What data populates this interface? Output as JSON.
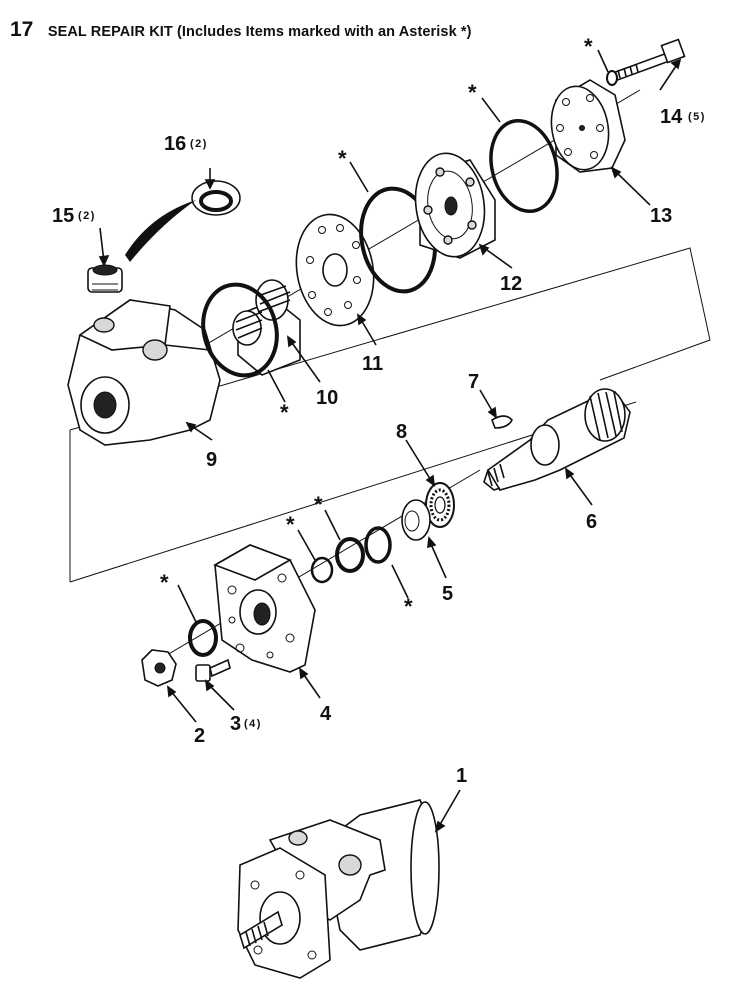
{
  "title": {
    "number": "17",
    "text": "SEAL REPAIR KIT (Includes Items marked with an Asterisk *)"
  },
  "callouts": [
    {
      "id": "14",
      "qty": "(5)"
    },
    {
      "id": "13",
      "qty": ""
    },
    {
      "id": "12",
      "qty": ""
    },
    {
      "id": "16",
      "qty": "(2)"
    },
    {
      "id": "15",
      "qty": "(2)"
    },
    {
      "id": "11",
      "qty": ""
    },
    {
      "id": "10",
      "qty": ""
    },
    {
      "id": "9",
      "qty": ""
    },
    {
      "id": "7",
      "qty": ""
    },
    {
      "id": "8",
      "qty": ""
    },
    {
      "id": "6",
      "qty": ""
    },
    {
      "id": "5",
      "qty": ""
    },
    {
      "id": "4",
      "qty": ""
    },
    {
      "id": "2",
      "qty": ""
    },
    {
      "id": "3",
      "qty": "(4)"
    },
    {
      "id": "1",
      "qty": ""
    }
  ],
  "asterisk": "*"
}
